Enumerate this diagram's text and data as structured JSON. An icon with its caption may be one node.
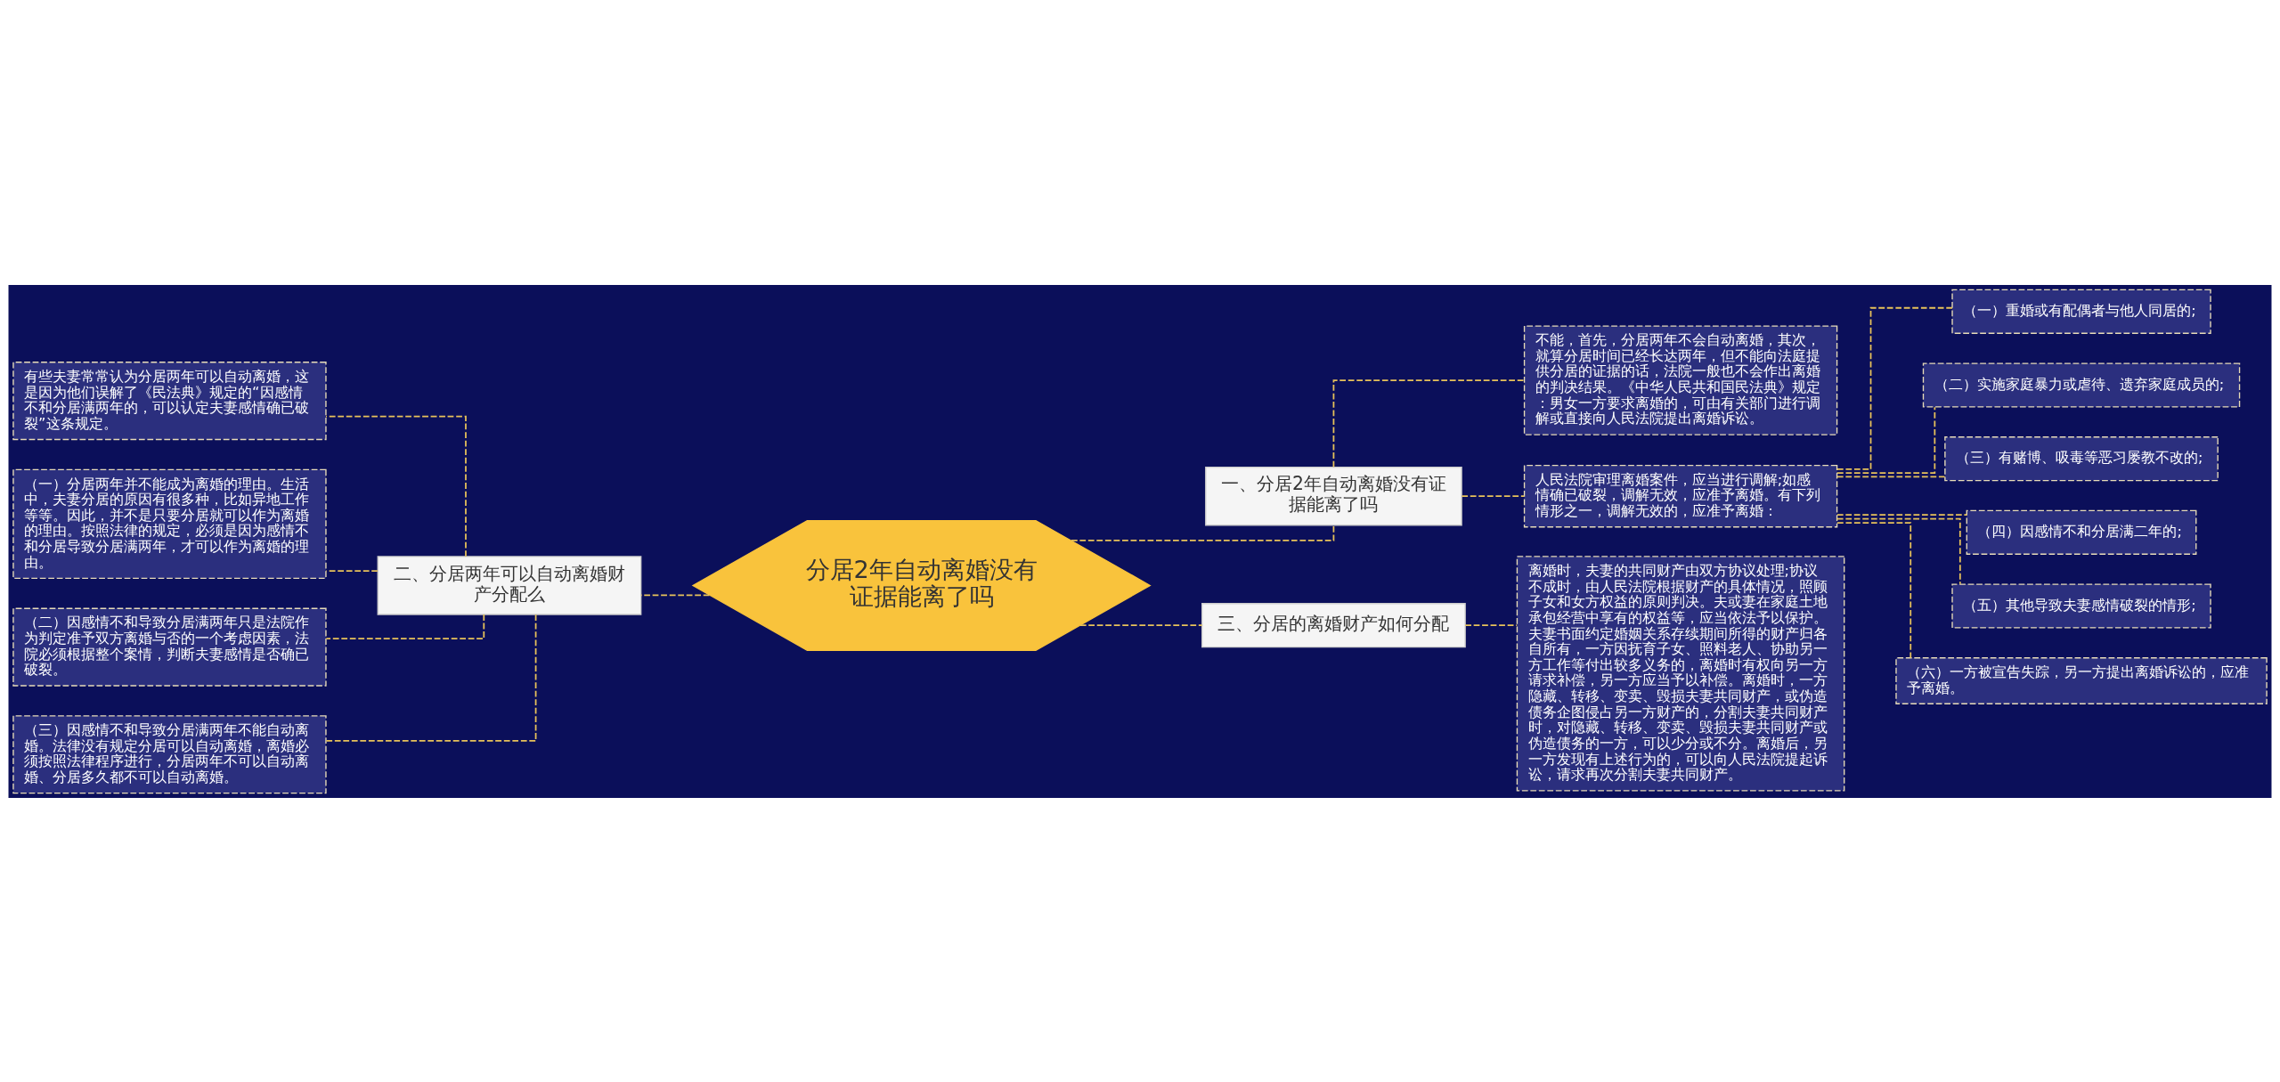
{
  "diagram": {
    "nodes": [
      {
        "text": [
          "分居2年自动离婚没有证据能离了吗"
        ]
      },
      {
        "text": [
          "一、分居2年自动离婚没有证据能离了吗"
        ]
      },
      {
        "text": [
          "不能，首先，分居两年不会自动离婚，其次，就算分居时间已经长达两年，但不能向法庭提供分居的证据的话，法院一般也不会作出离婚的判决结果。《中华人民共和国民法典》规定：男女一方要求离婚的，可由有关部门进行调解或直接向人民法院提出离婚诉讼。"
        ]
      },
      {
        "text": [
          "人民法院审理离婚案件，应当进行调解;如感情确已破裂，调解无效，应准予离婚。有下列情形之一，调解无效的，应准予离婚："
        ]
      },
      {
        "text": [
          "（一）重婚或有配偶者与他人同居的;"
        ]
      },
      {
        "text": [
          "（二）实施家庭暴力或虐待、遗弃家庭成员的;"
        ]
      },
      {
        "text": [
          "（三）有赌博、吸毒等恶习屡教不改的;"
        ]
      },
      {
        "text": [
          "（四）因感情不和分居满二年的;"
        ]
      },
      {
        "text": [
          "（五）其他导致夫妻感情破裂的情形;"
        ]
      },
      {
        "text": [
          "（六）一方被宣告失踪，另一方提出离婚诉讼的，应准予离婚。"
        ]
      },
      {
        "text": [
          "三、分居的离婚财产如何分配"
        ]
      },
      {
        "text": [
          "离婚时，夫妻的共同财产由双方协议处理;协议不成时，由人民法院根据财产的具体情况，照顾子女和女方权益的原则判决。夫或妻在家庭土地承包经营中享有的权益等，应当依法予以保护。夫妻书面约定婚姻关系存续期间所得的财产归各自所有，一方因抚育子女、照料老人、协助另一方工作等付出较多义务的，离婚时有权向另一方请求补偿，另一方应当予以补偿。离婚时，一方隐藏、转移、变卖、毁损夫妻共同财产，或伪造债务企图侵占另一方财产的，分割夫妻共同财产时，对隐藏、转移、变卖、毁损夫妻共同财产或伪造债务的一方，可以少分或不分。离婚后，另一方发现有上述行为的，可以向人民法院提起诉讼，请求再次分割夫妻共同财产。"
        ]
      },
      {
        "text": [
          "二、分居两年可以自动离婚财产分配么"
        ]
      },
      {
        "text": [
          "有些夫妻常常认为分居两年可以自动离婚，这是因为他们误解了《民法典》规定的“因感情不和分居满两年的，可以认定夫妻感情确已破裂”这条规定。"
        ]
      },
      {
        "text": [
          "（一）分居两年并不能成为离婚的理由。生活中，夫妻分居的原因有很多种，比如异地工作等等。因此，并不是只要分居就可以作为离婚的理由。按照法律的规定，必须是因为感情不和分居导致分居满两年，才可以作为离婚的理由。"
        ]
      },
      {
        "text": [
          "（二）因感情不和导致分居满两年只是法院作为判定准予双方离婚与否的一个考虑因素，法院必须根据整个案情，判断夫妻感情是否确已破裂。"
        ]
      },
      {
        "text": [
          "（三）因感情不和导致分居满两年不能自动离婚。法律没有规定分居可以自动离婚，离婚必须按照法律程序进行，分居两年不可以自动离婚、分居多久都不可以自动离婚。"
        ]
      }
    ],
    "edges": [
      {
        "from": 0,
        "to": 1,
        "arrow": "none",
        "style": "dashed"
      },
      {
        "from": 1,
        "to": 2,
        "arrow": "none",
        "style": "dashed"
      },
      {
        "from": 1,
        "to": 3,
        "arrow": "none",
        "style": "dashed"
      },
      {
        "from": 3,
        "to": 4,
        "arrow": "none",
        "style": "dashed"
      },
      {
        "from": 3,
        "to": 5,
        "arrow": "none",
        "style": "dashed"
      },
      {
        "from": 3,
        "to": 6,
        "arrow": "none",
        "style": "dashed"
      },
      {
        "from": 3,
        "to": 7,
        "arrow": "none",
        "style": "dashed"
      },
      {
        "from": 3,
        "to": 8,
        "arrow": "none",
        "style": "dashed"
      },
      {
        "from": 3,
        "to": 9,
        "arrow": "none",
        "style": "dashed"
      },
      {
        "from": 0,
        "to": 10,
        "arrow": "none",
        "style": "dashed"
      },
      {
        "from": 10,
        "to": 11,
        "arrow": "none",
        "style": "dashed"
      },
      {
        "from": 0,
        "to": 12,
        "arrow": "none",
        "style": "dashed"
      },
      {
        "from": 12,
        "to": 13,
        "arrow": "none",
        "style": "dashed"
      },
      {
        "from": 12,
        "to": 14,
        "arrow": "none",
        "style": "dashed"
      },
      {
        "from": 12,
        "to": 15,
        "arrow": "none",
        "style": "dashed"
      },
      {
        "from": 12,
        "to": 16,
        "arrow": "none",
        "style": "dashed"
      }
    ]
  }
}
